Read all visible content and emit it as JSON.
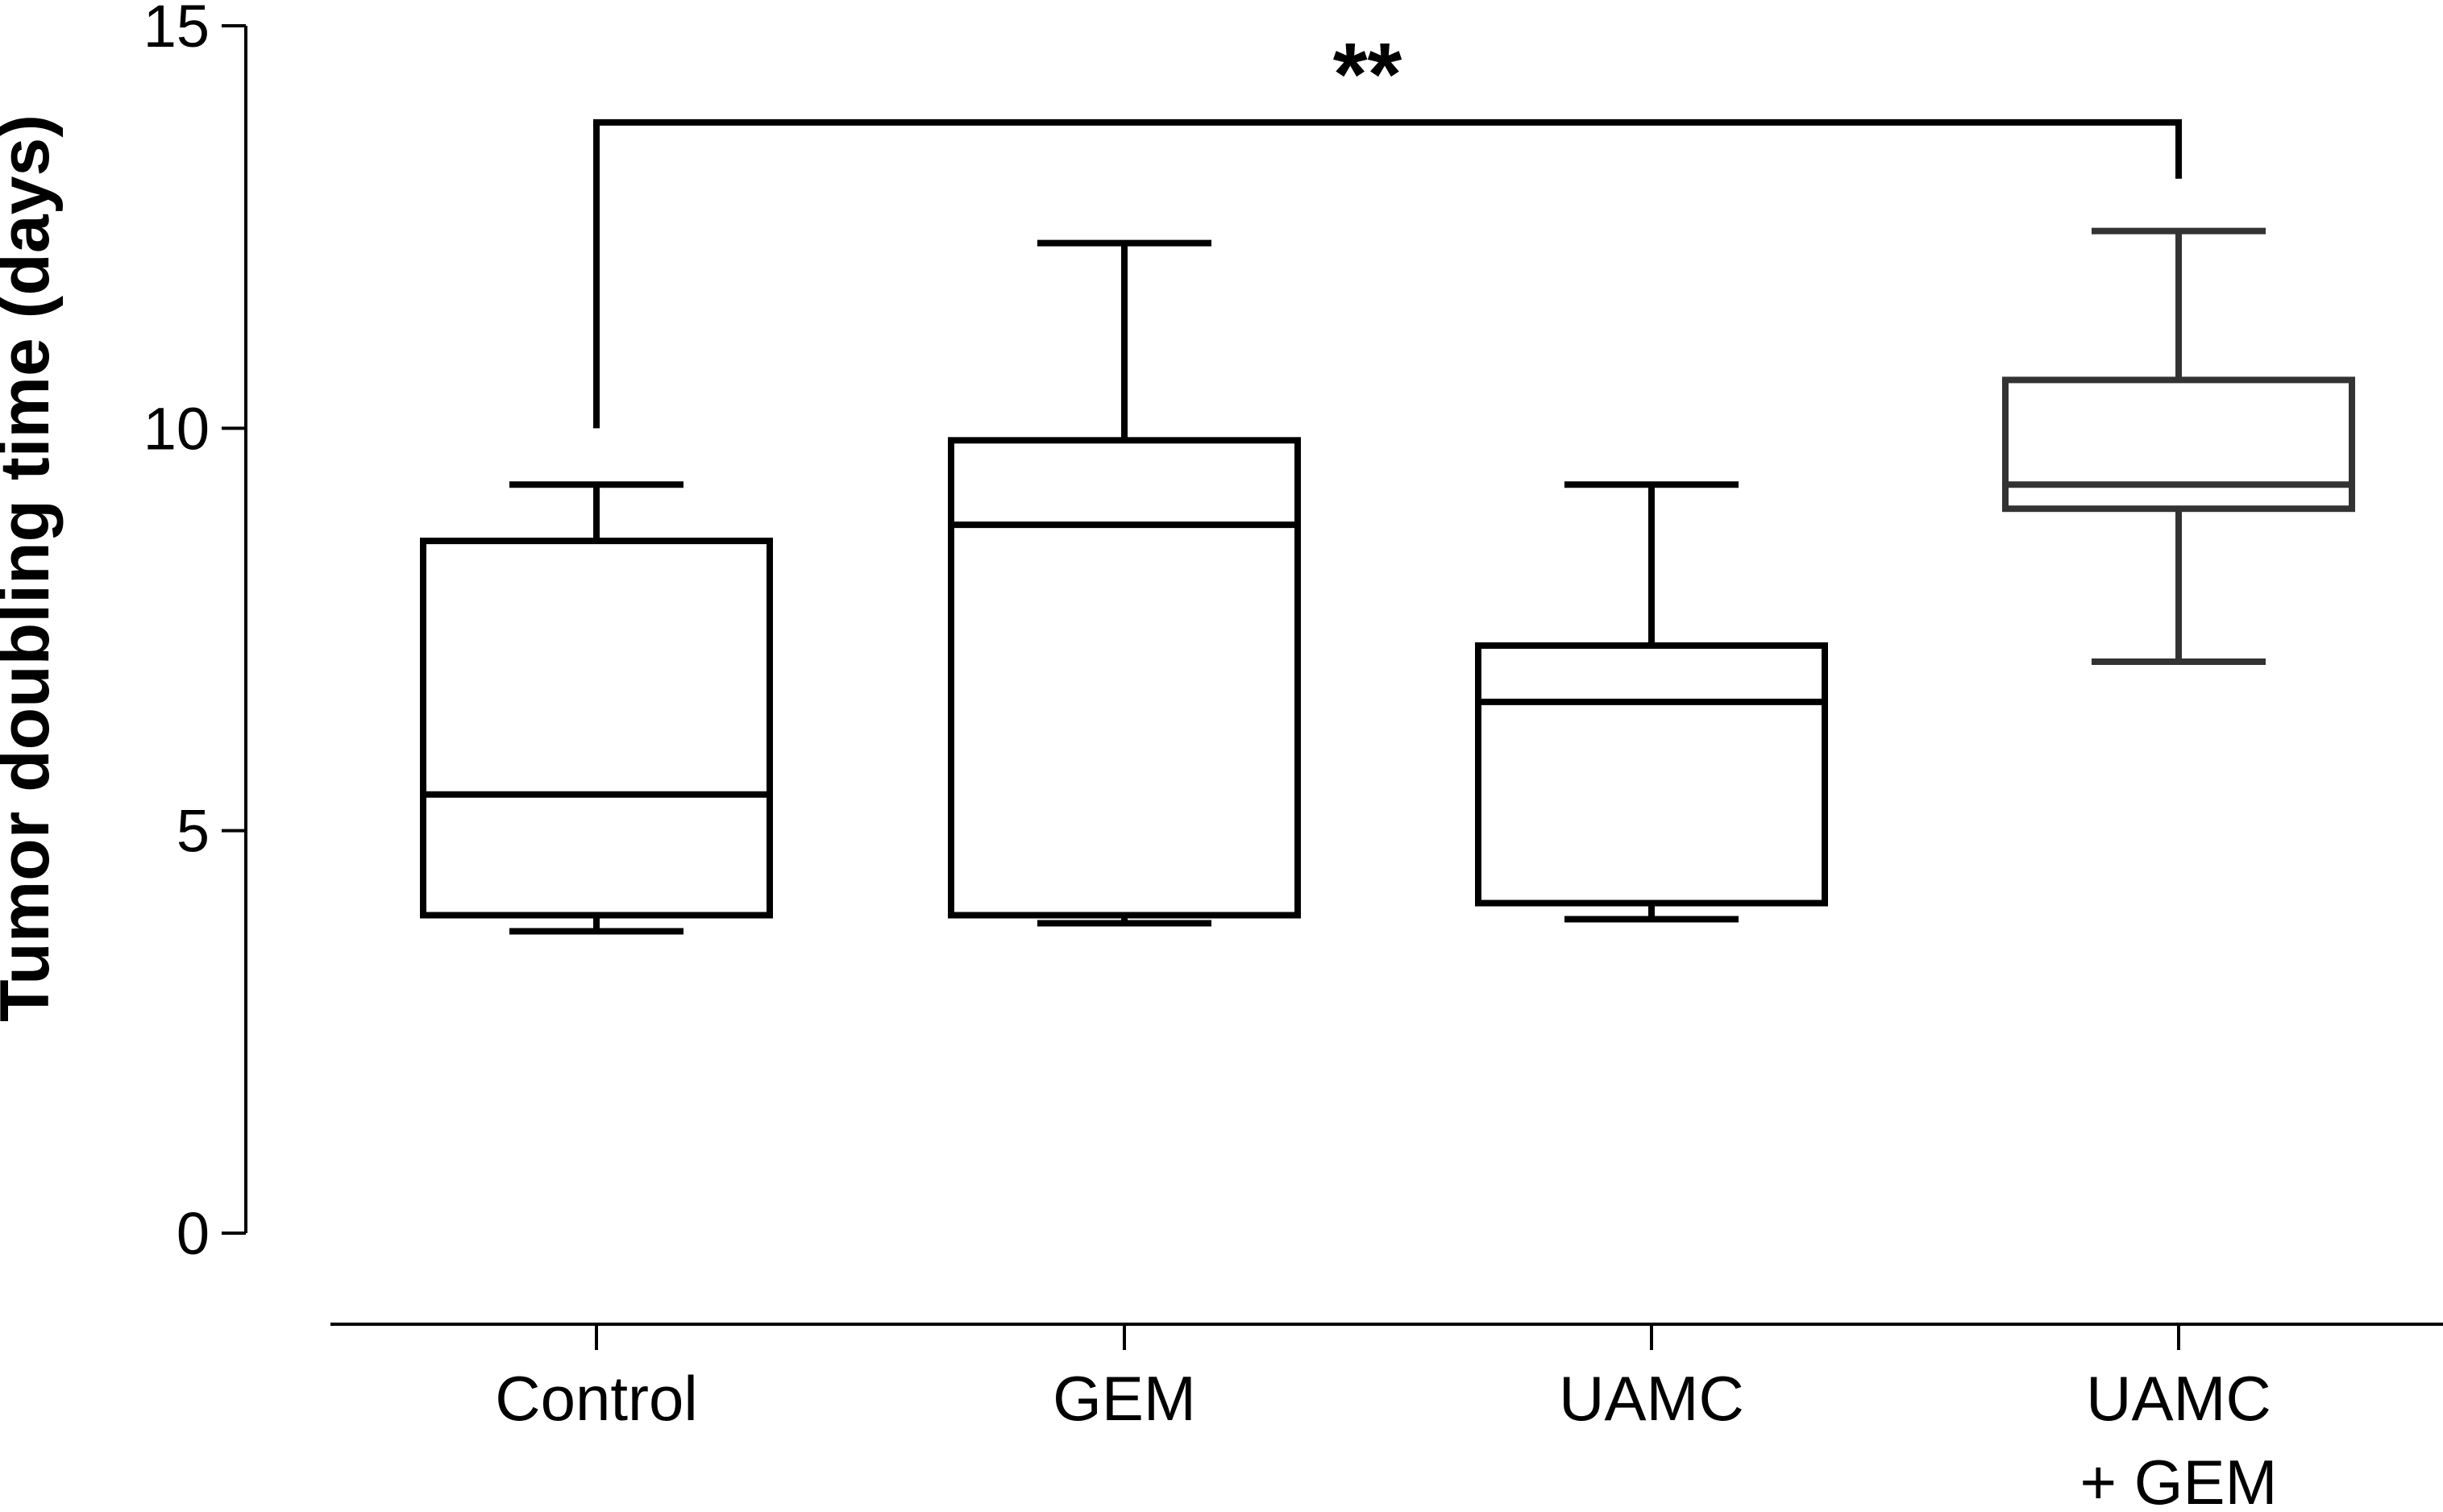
{
  "chart_data": {
    "type": "box",
    "ylabel": "Tumor doubling time (days)",
    "xlabel": "",
    "ylim": [
      0,
      15
    ],
    "y_ticks": [
      0,
      5,
      10,
      15
    ],
    "categories": [
      {
        "label_lines": [
          "Control"
        ]
      },
      {
        "label_lines": [
          "GEM"
        ]
      },
      {
        "label_lines": [
          "UAMC"
        ]
      },
      {
        "label_lines": [
          "UAMC",
          "+ GEM"
        ]
      }
    ],
    "boxes": [
      {
        "min": 3.75,
        "q1": 3.95,
        "median": 5.45,
        "q3": 8.6,
        "max": 9.3
      },
      {
        "min": 3.85,
        "q1": 3.95,
        "median": 8.8,
        "q3": 9.85,
        "max": 12.3
      },
      {
        "min": 3.9,
        "q1": 4.1,
        "median": 6.6,
        "q3": 7.3,
        "max": 9.3
      },
      {
        "min": 7.1,
        "q1": 9.0,
        "median": 9.3,
        "q3": 10.6,
        "max": 12.45
      }
    ],
    "significance": [
      {
        "from_index": 0,
        "to_index": 3,
        "label": "**",
        "bracket_y": 13.8,
        "left_drop_to": 10.0,
        "right_drop_to": 13.1
      }
    ],
    "colors": {
      "stroke": "#000000",
      "last_box_stroke": "#333333"
    },
    "grid": false,
    "legend": "none"
  }
}
